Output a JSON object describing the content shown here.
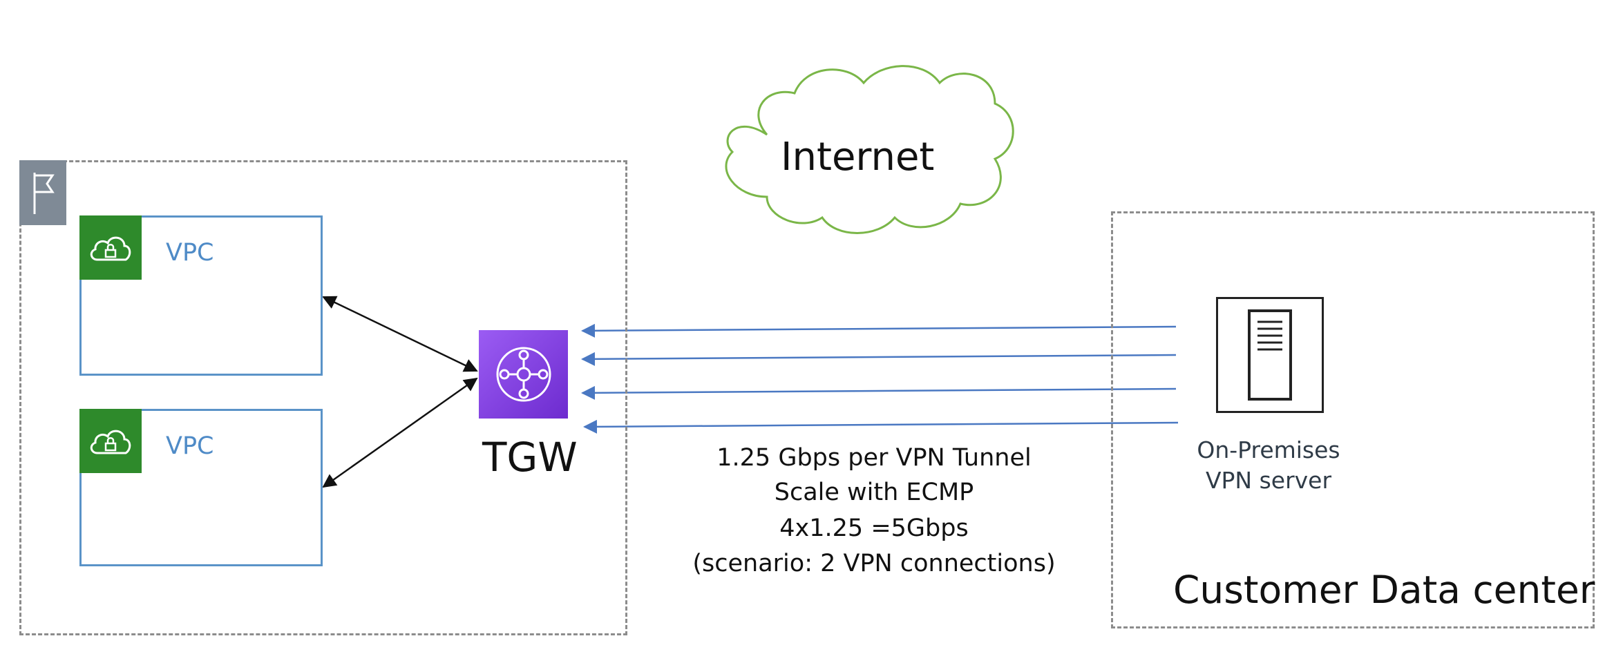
{
  "internet": {
    "label": "Internet"
  },
  "aws_region": {
    "icon": "flag-icon",
    "vpcs": [
      {
        "label": "VPC",
        "icon": "cloud-lock-icon"
      },
      {
        "label": "VPC",
        "icon": "cloud-lock-icon"
      }
    ]
  },
  "tgw": {
    "label": "TGW",
    "icon": "transit-gateway-icon"
  },
  "vpn_note": {
    "lines": [
      "1.25 Gbps per VPN Tunnel",
      "Scale with ECMP",
      "4x1.25 =5Gbps",
      "(scenario: 2 VPN connections)"
    ]
  },
  "server": {
    "icon": "server-icon",
    "caption_lines": [
      "On-Premises",
      "VPN server"
    ]
  },
  "datacenter": {
    "label": "Customer Data center"
  },
  "colors": {
    "cloud_outline": "#7ab648",
    "vpc_border": "#5a93c8",
    "vpc_icon_bg": "#2e8a2b",
    "vpn_arrow": "#4a78c2",
    "tgw_purple": "#7d3de8"
  }
}
